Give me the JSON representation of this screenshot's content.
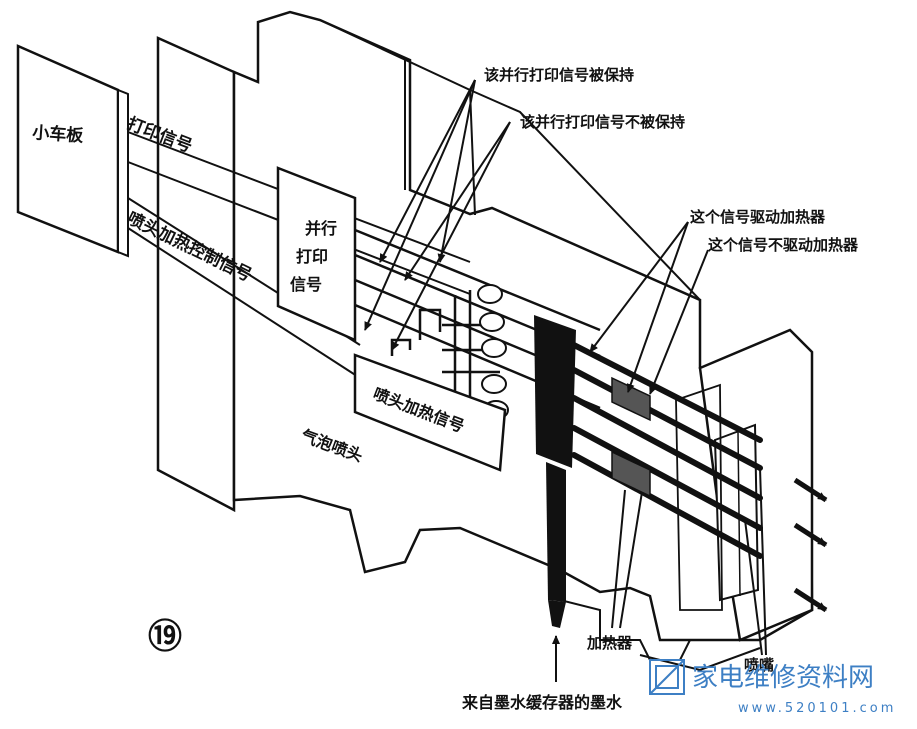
{
  "labels": {
    "carriage_board": "小车板",
    "print_signal": "打印信号",
    "nozzle_heat_control_signal": "喷头加热控制信号",
    "parallel_print_signal": [
      "并行",
      "打印",
      "信号"
    ],
    "held": "该并行打印信号被保持",
    "not_held": "该并行打印信号不被保持",
    "drives_heater": "这个信号驱动加热器",
    "not_drive_heater": "这个信号不驱动加热器",
    "nozzle_heat_signal": "喷头加热信号",
    "bubble_head": "气泡喷头",
    "heater": "加热器",
    "nozzle": "喷嘴",
    "ink_source": "来自墨水缓存器的墨水",
    "figure_number": "⑲"
  },
  "watermark": {
    "text": "家电维修资料网",
    "url": "www.520101.com",
    "color": "#3d7fc4"
  },
  "colors": {
    "line": "#111111",
    "paper": "#ffffff"
  }
}
